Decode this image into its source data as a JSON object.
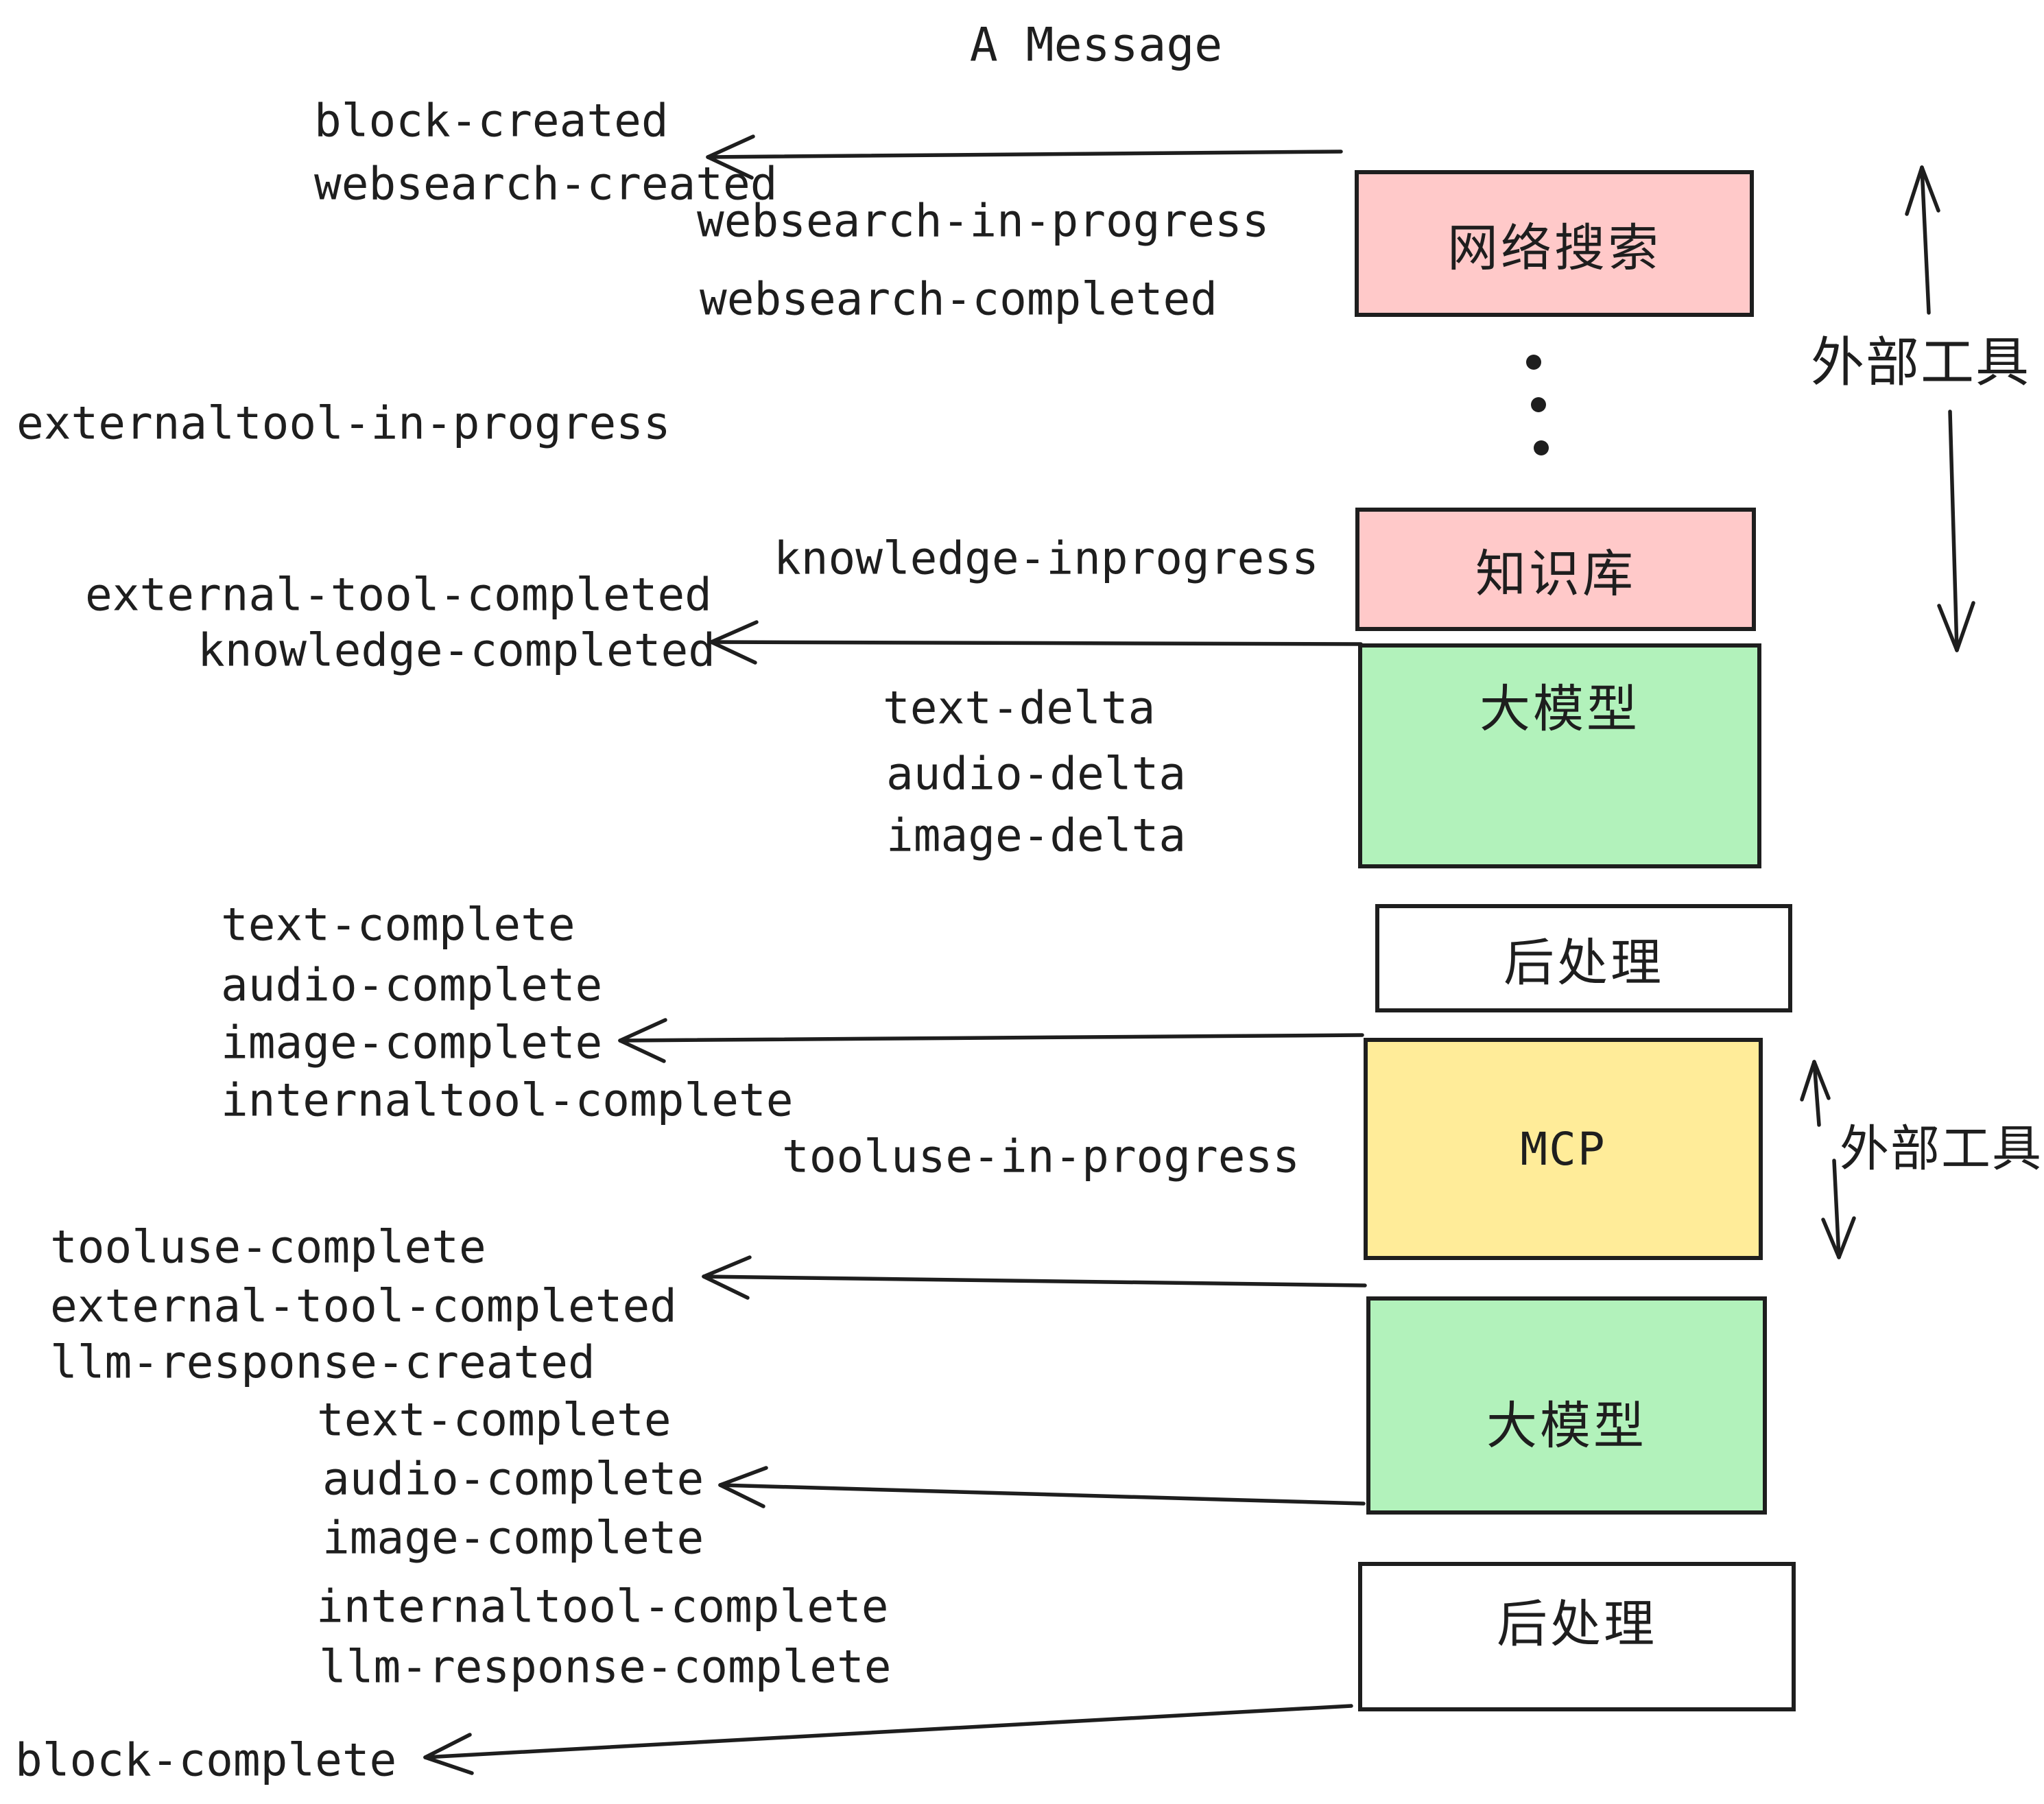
{
  "title": "A Message",
  "colors": {
    "pink": "#ffc9c9",
    "green": "#b2f2bb",
    "yellow": "#ffec99",
    "white": "#ffffff",
    "ink": "#1e1e1e"
  },
  "boxes": [
    {
      "id": "websearch",
      "label": "网络搜索",
      "color": "pink"
    },
    {
      "id": "knowledge",
      "label": "知识库",
      "color": "pink"
    },
    {
      "id": "llm-1",
      "label": "大模型",
      "color": "green"
    },
    {
      "id": "post-1",
      "label": "后处理",
      "color": "white"
    },
    {
      "id": "mcp",
      "label": "MCP",
      "color": "yellow"
    },
    {
      "id": "llm-2",
      "label": "大模型",
      "color": "green"
    },
    {
      "id": "post-2",
      "label": "后处理",
      "color": "white"
    }
  ],
  "side_labels": [
    {
      "id": "external-tools-top",
      "text": "外部工具"
    },
    {
      "id": "external-tools-mid",
      "text": "外部工具"
    }
  ],
  "events": [
    {
      "text": "block-created"
    },
    {
      "text": "websearch-created"
    },
    {
      "text": "websearch-in-progress"
    },
    {
      "text": "websearch-completed"
    },
    {
      "text": "externaltool-in-progress"
    },
    {
      "text": "knowledge-inprogress"
    },
    {
      "text": "external-tool-completed"
    },
    {
      "text": "knowledge-completed"
    },
    {
      "text": "text-delta"
    },
    {
      "text": "audio-delta"
    },
    {
      "text": "image-delta"
    },
    {
      "text": "text-complete"
    },
    {
      "text": "audio-complete"
    },
    {
      "text": "image-complete"
    },
    {
      "text": "internaltool-complete"
    },
    {
      "text": "tooluse-in-progress"
    },
    {
      "text": "tooluse-complete"
    },
    {
      "text": "external-tool-completed"
    },
    {
      "text": "llm-response-created"
    },
    {
      "text": "text-complete"
    },
    {
      "text": "audio-complete"
    },
    {
      "text": "image-complete"
    },
    {
      "text": "internaltool-complete"
    },
    {
      "text": "llm-response-complete"
    },
    {
      "text": "block-complete"
    }
  ]
}
